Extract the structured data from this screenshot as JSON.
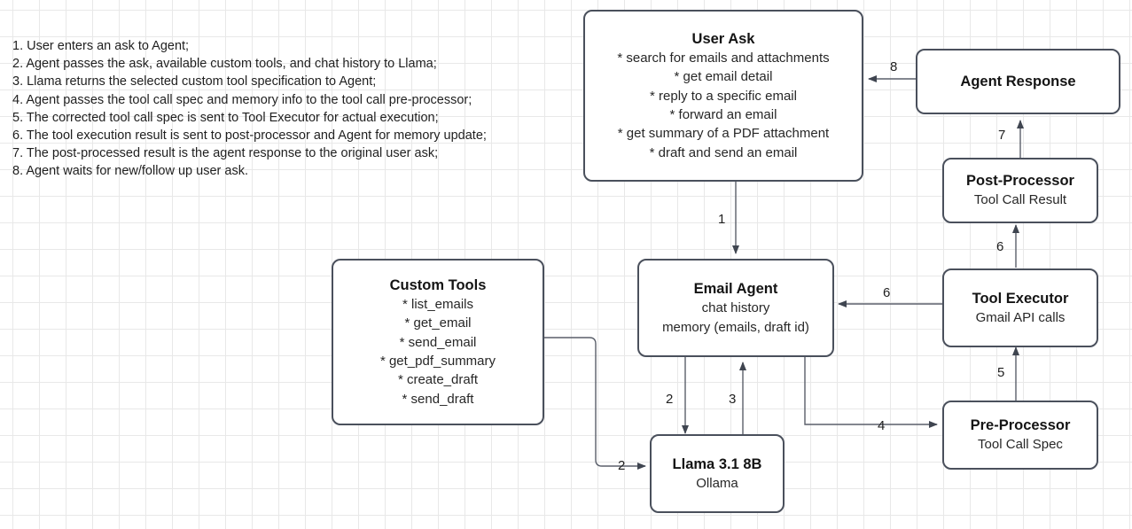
{
  "legend": {
    "lines": [
      "1. User enters an ask to Agent;",
      "2. Agent passes the ask, available custom tools, and chat history to Llama;",
      "3. Llama returns the selected custom tool specification to Agent;",
      "4. Agent passes the tool call spec and memory info to the tool call pre-processor;",
      "5. The corrected tool call spec is sent to Tool Executor for actual execution;",
      "6. The tool execution result is sent to post-processor and Agent for memory update;",
      "7. The post-processed result is the agent response to the original user ask;",
      "8. Agent waits for new/follow up user ask."
    ]
  },
  "nodes": {
    "user_ask": {
      "title": "User Ask",
      "items": [
        "* search for emails and attachments",
        "* get email detail",
        "* reply to a specific email",
        "* forward an email",
        "* get summary of a PDF attachment",
        "* draft and send an email"
      ]
    },
    "agent_response": {
      "title": "Agent Response",
      "items": []
    },
    "post_processor": {
      "title": "Post-Processor",
      "items": [
        "Tool Call Result"
      ]
    },
    "tool_executor": {
      "title": "Tool Executor",
      "items": [
        "Gmail API calls"
      ]
    },
    "pre_processor": {
      "title": "Pre-Processor",
      "items": [
        "Tool Call Spec"
      ]
    },
    "email_agent": {
      "title": "Email Agent",
      "items": [
        "chat history",
        "memory (emails, draft id)"
      ]
    },
    "custom_tools": {
      "title": "Custom Tools",
      "items": [
        "* list_emails",
        "* get_email",
        "* send_email",
        "* get_pdf_summary",
        "* create_draft",
        "* send_draft"
      ]
    },
    "llama": {
      "title": "Llama 3.1 8B",
      "items": [
        "Ollama"
      ]
    }
  },
  "edges": {
    "e1": "1",
    "e2_agent_llama": "2",
    "e2_tools_llama": "2",
    "e3": "3",
    "e4": "4",
    "e5": "5",
    "e6_exec_post": "6",
    "e6_exec_agent": "6",
    "e7": "7",
    "e8": "8"
  },
  "colors": {
    "stroke": "#4a505c",
    "edge": "#5a5f6a",
    "grid": "#e8e8e8",
    "text": "#1f1f1f",
    "background": "#ffffff"
  }
}
